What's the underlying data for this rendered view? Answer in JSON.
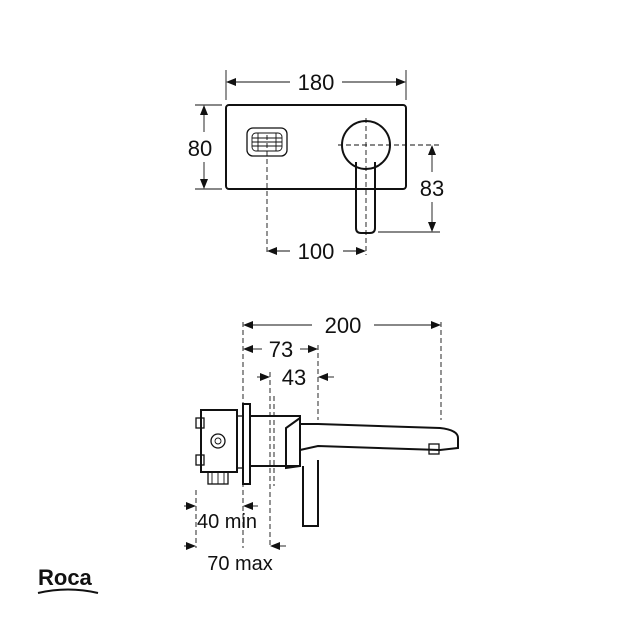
{
  "front_view": {
    "width_label": "180",
    "height_label": "80",
    "handle_offset_label": "83",
    "spacing_label": "100"
  },
  "side_view": {
    "length_label": "200",
    "depth_label": "73",
    "plate_label": "43",
    "min_label": "40 min",
    "max_label": "70 max"
  },
  "brand": {
    "logo_text": "Roca"
  }
}
